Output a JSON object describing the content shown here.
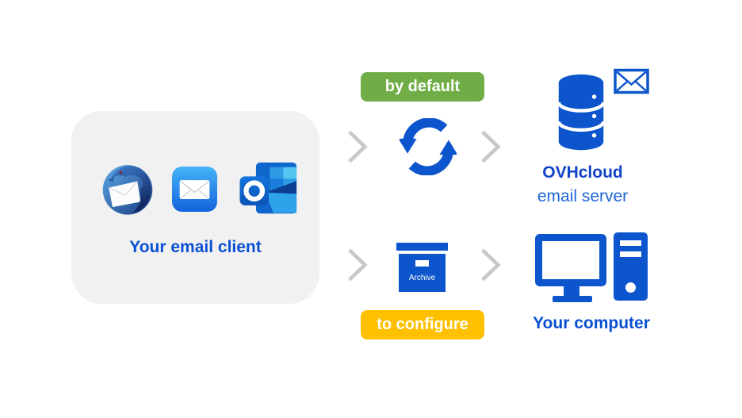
{
  "colors": {
    "primary_blue": "#0d55cd",
    "text_blue": "#0a50d2",
    "server_title_blue": "#1144c6",
    "server_subtitle_blue": "#1e66d6",
    "badge_green": "#70ad47",
    "badge_yellow": "#ffc000",
    "chevron_gray": "#c9c9c9",
    "panel_bg": "#f1f1f2"
  },
  "client_panel": {
    "label": "Your email client",
    "icons": [
      "thunderbird-icon",
      "apple-mail-icon",
      "outlook-icon"
    ]
  },
  "flows": {
    "default": {
      "badge": "by default",
      "icon": "sync-icon"
    },
    "configure": {
      "badge": "to configure",
      "icon": "archive-box-icon"
    }
  },
  "archive_box": {
    "label": "Archive"
  },
  "server": {
    "title": "OVHcloud",
    "subtitle": "email server",
    "icons": [
      "database-icon",
      "envelope-outline-icon"
    ]
  },
  "computer": {
    "label": "Your computer",
    "icon": "desktop-computer-icon"
  }
}
